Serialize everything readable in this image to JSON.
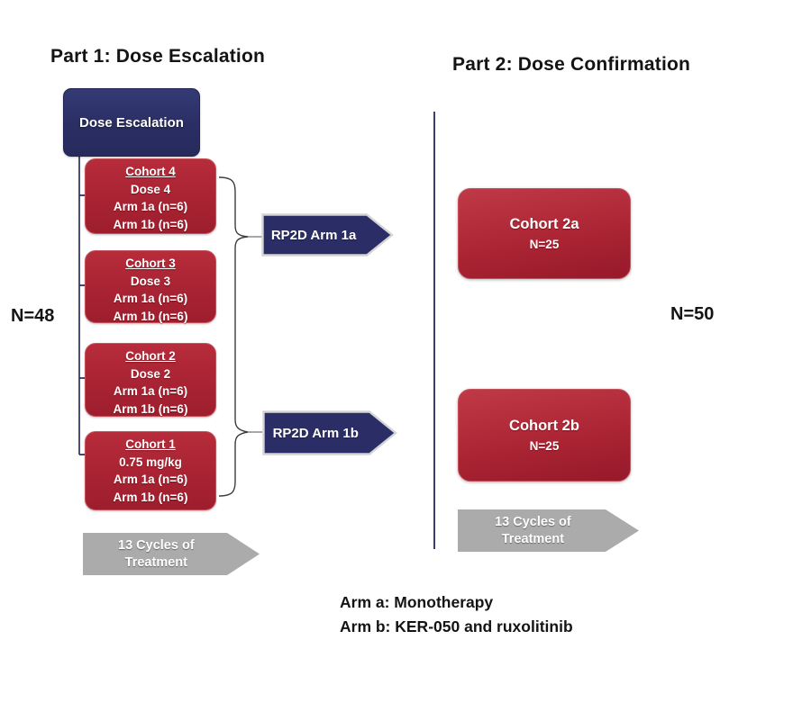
{
  "diagram": {
    "part1": {
      "title": "Part 1: Dose Escalation",
      "root_label": "Dose Escalation",
      "n_label": "N=48",
      "cohorts": [
        {
          "name": "Cohort 4",
          "dose": "Dose 4",
          "arm_a": "Arm 1a (n=6)",
          "arm_b": "Arm 1b (n=6)"
        },
        {
          "name": "Cohort 3",
          "dose": "Dose 3",
          "arm_a": "Arm 1a (n=6)",
          "arm_b": "Arm 1b (n=6)"
        },
        {
          "name": "Cohort 2",
          "dose": "Dose 2",
          "arm_a": "Arm 1a (n=6)",
          "arm_b": "Arm 1b (n=6)"
        },
        {
          "name": "Cohort 1",
          "dose": "0.75 mg/kg",
          "arm_a": "Arm 1a (n=6)",
          "arm_b": "Arm 1b (n=6)"
        }
      ],
      "rp2d_arm_1a": "RP2D Arm 1a",
      "rp2d_arm_1b": "RP2D Arm 1b",
      "cycles_line1": "13 Cycles of",
      "cycles_line2": "Treatment"
    },
    "part2": {
      "title": "Part 2: Dose Confirmation",
      "n_label": "N=50",
      "cohorts": [
        {
          "name": "Cohort 2a",
          "n": "N=25"
        },
        {
          "name": "Cohort 2b",
          "n": "N=25"
        }
      ],
      "cycles_line1": "13 Cycles of",
      "cycles_line2": "Treatment"
    },
    "footnotes": [
      "Arm a: Monotherapy",
      "Arm b: KER-050 and ruxolitinib"
    ],
    "colors": {
      "navy": "#2b2e66",
      "red": "#ac2231",
      "gray": "#ababab",
      "text": "#141414"
    }
  }
}
